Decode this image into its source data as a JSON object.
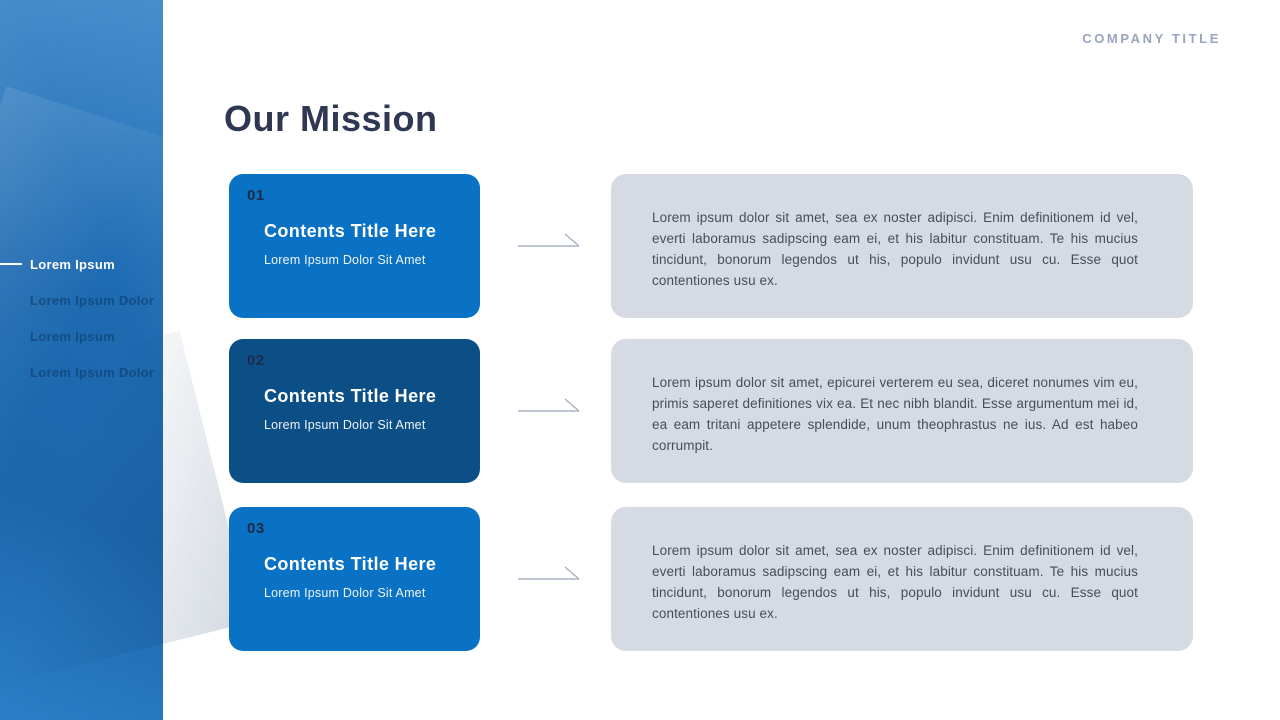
{
  "header": {
    "company_title": "COMPANY TITLE",
    "title": "Our Mission"
  },
  "sidebar": {
    "items": [
      {
        "label": "Lorem Ipsum",
        "active": true
      },
      {
        "label": "Lorem Ipsum Dolor",
        "active": false
      },
      {
        "label": "Lorem Ipsum",
        "active": false
      },
      {
        "label": "Lorem Ipsum Dolor",
        "active": false
      }
    ]
  },
  "rows": [
    {
      "number": "01",
      "card_title": "Contents Title Here",
      "card_subtitle": "Lorem Ipsum Dolor Sit Amet",
      "body": "Lorem ipsum dolor sit amet, sea ex noster adipisci. Enim definitionem id vel, everti laboramus sadipscing eam ei, et his labitur constituam. Te his mucius tincidunt, bonorum legendos ut his, populo invidunt usu cu. Esse quot contentiones usu ex."
    },
    {
      "number": "02",
      "card_title": "Contents Title Here",
      "card_subtitle": "Lorem Ipsum Dolor Sit Amet",
      "body": "Lorem ipsum dolor sit amet, epicurei verterem eu sea, diceret nonumes vim eu, primis saperet definitiones vix ea. Et nec nibh blandit. Esse argumentum mei id, ea eam tritani appetere splendide, unum theophrastus ne ius. Ad est habeo corrumpit."
    },
    {
      "number": "03",
      "card_title": "Contents Title Here",
      "card_subtitle": "Lorem Ipsum Dolor Sit Amet",
      "body": "Lorem ipsum dolor sit amet, sea ex noster adipisci. Enim definitionem id vel, everti laboramus sadipscing eam ei, et his labitur constituam. Te his mucius tincidunt, bonorum legendos ut his, populo invidunt usu cu. Esse quot contentiones usu ex."
    }
  ],
  "icons": {
    "arrow": "right-arrow-connector"
  },
  "colors": {
    "card_blue": "#0a72c4",
    "card_dark_blue": "#0c4e86",
    "sidebar_blue": "#1e6bb2",
    "textbox_bg": "#d6dbe3",
    "title_navy": "#2f3852",
    "company_gray": "#9aa3bf",
    "arrow_gray": "#a9b2c6",
    "nav_active": "#ffffff"
  }
}
